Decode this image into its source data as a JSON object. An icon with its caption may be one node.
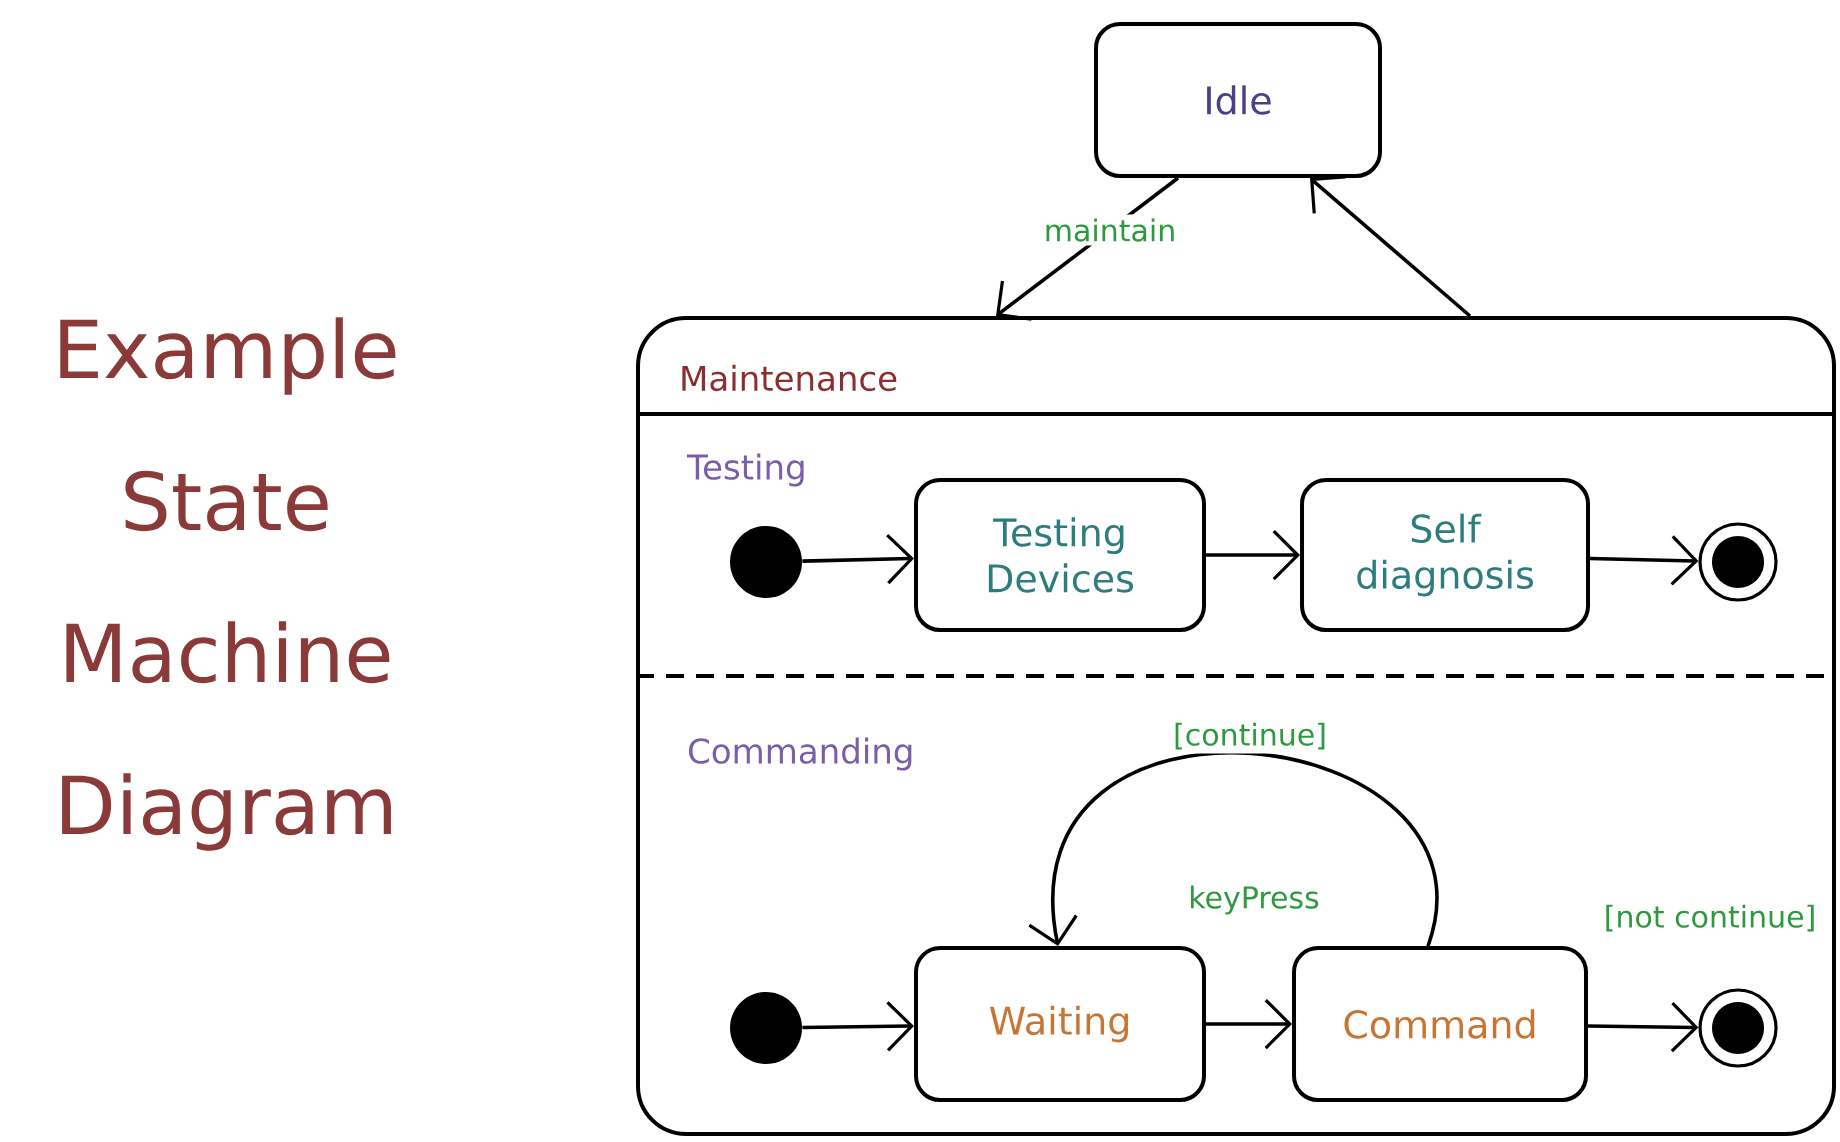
{
  "diagram": {
    "title": "Example State Machine Diagram",
    "nodes": [
      {
        "text": [
          "Idle"
        ]
      },
      {
        "text": [
          "Maintenance"
        ]
      },
      {
        "text": [],
        "shape": "circle",
        "in": 1
      },
      {
        "text": [
          "Testing Devices"
        ],
        "in": 1
      },
      {
        "text": [
          "Self diagnosis"
        ],
        "in": 1
      },
      {
        "text": [],
        "shape": "bullseye",
        "in": 1
      },
      {
        "text": [],
        "shape": "circle",
        "in": 1
      },
      {
        "text": [
          "Waiting"
        ],
        "in": 1
      },
      {
        "text": [
          "Command"
        ],
        "in": 1
      },
      {
        "text": [],
        "shape": "bullseye",
        "in": 1
      }
    ],
    "edges": [
      {
        "from": 0,
        "to": 1,
        "arrow": "to",
        "label": "maintain"
      },
      {
        "from": 1,
        "to": 0,
        "arrow": "to"
      },
      {
        "from": 2,
        "to": 3,
        "arrow": "to"
      },
      {
        "from": 3,
        "to": 4,
        "arrow": "to"
      },
      {
        "from": 4,
        "to": 5,
        "arrow": "to"
      },
      {
        "from": 6,
        "to": 7,
        "arrow": "to"
      },
      {
        "from": 7,
        "to": 8,
        "arrow": "to",
        "label": "keyPress"
      },
      {
        "from": 8,
        "to": 7,
        "arrow": "to",
        "label": "[continue]"
      },
      {
        "from": 8,
        "to": 9,
        "arrow": "to",
        "label": "[not continue]"
      }
    ],
    "labels": [
      "Testing",
      "Commanding"
    ]
  }
}
